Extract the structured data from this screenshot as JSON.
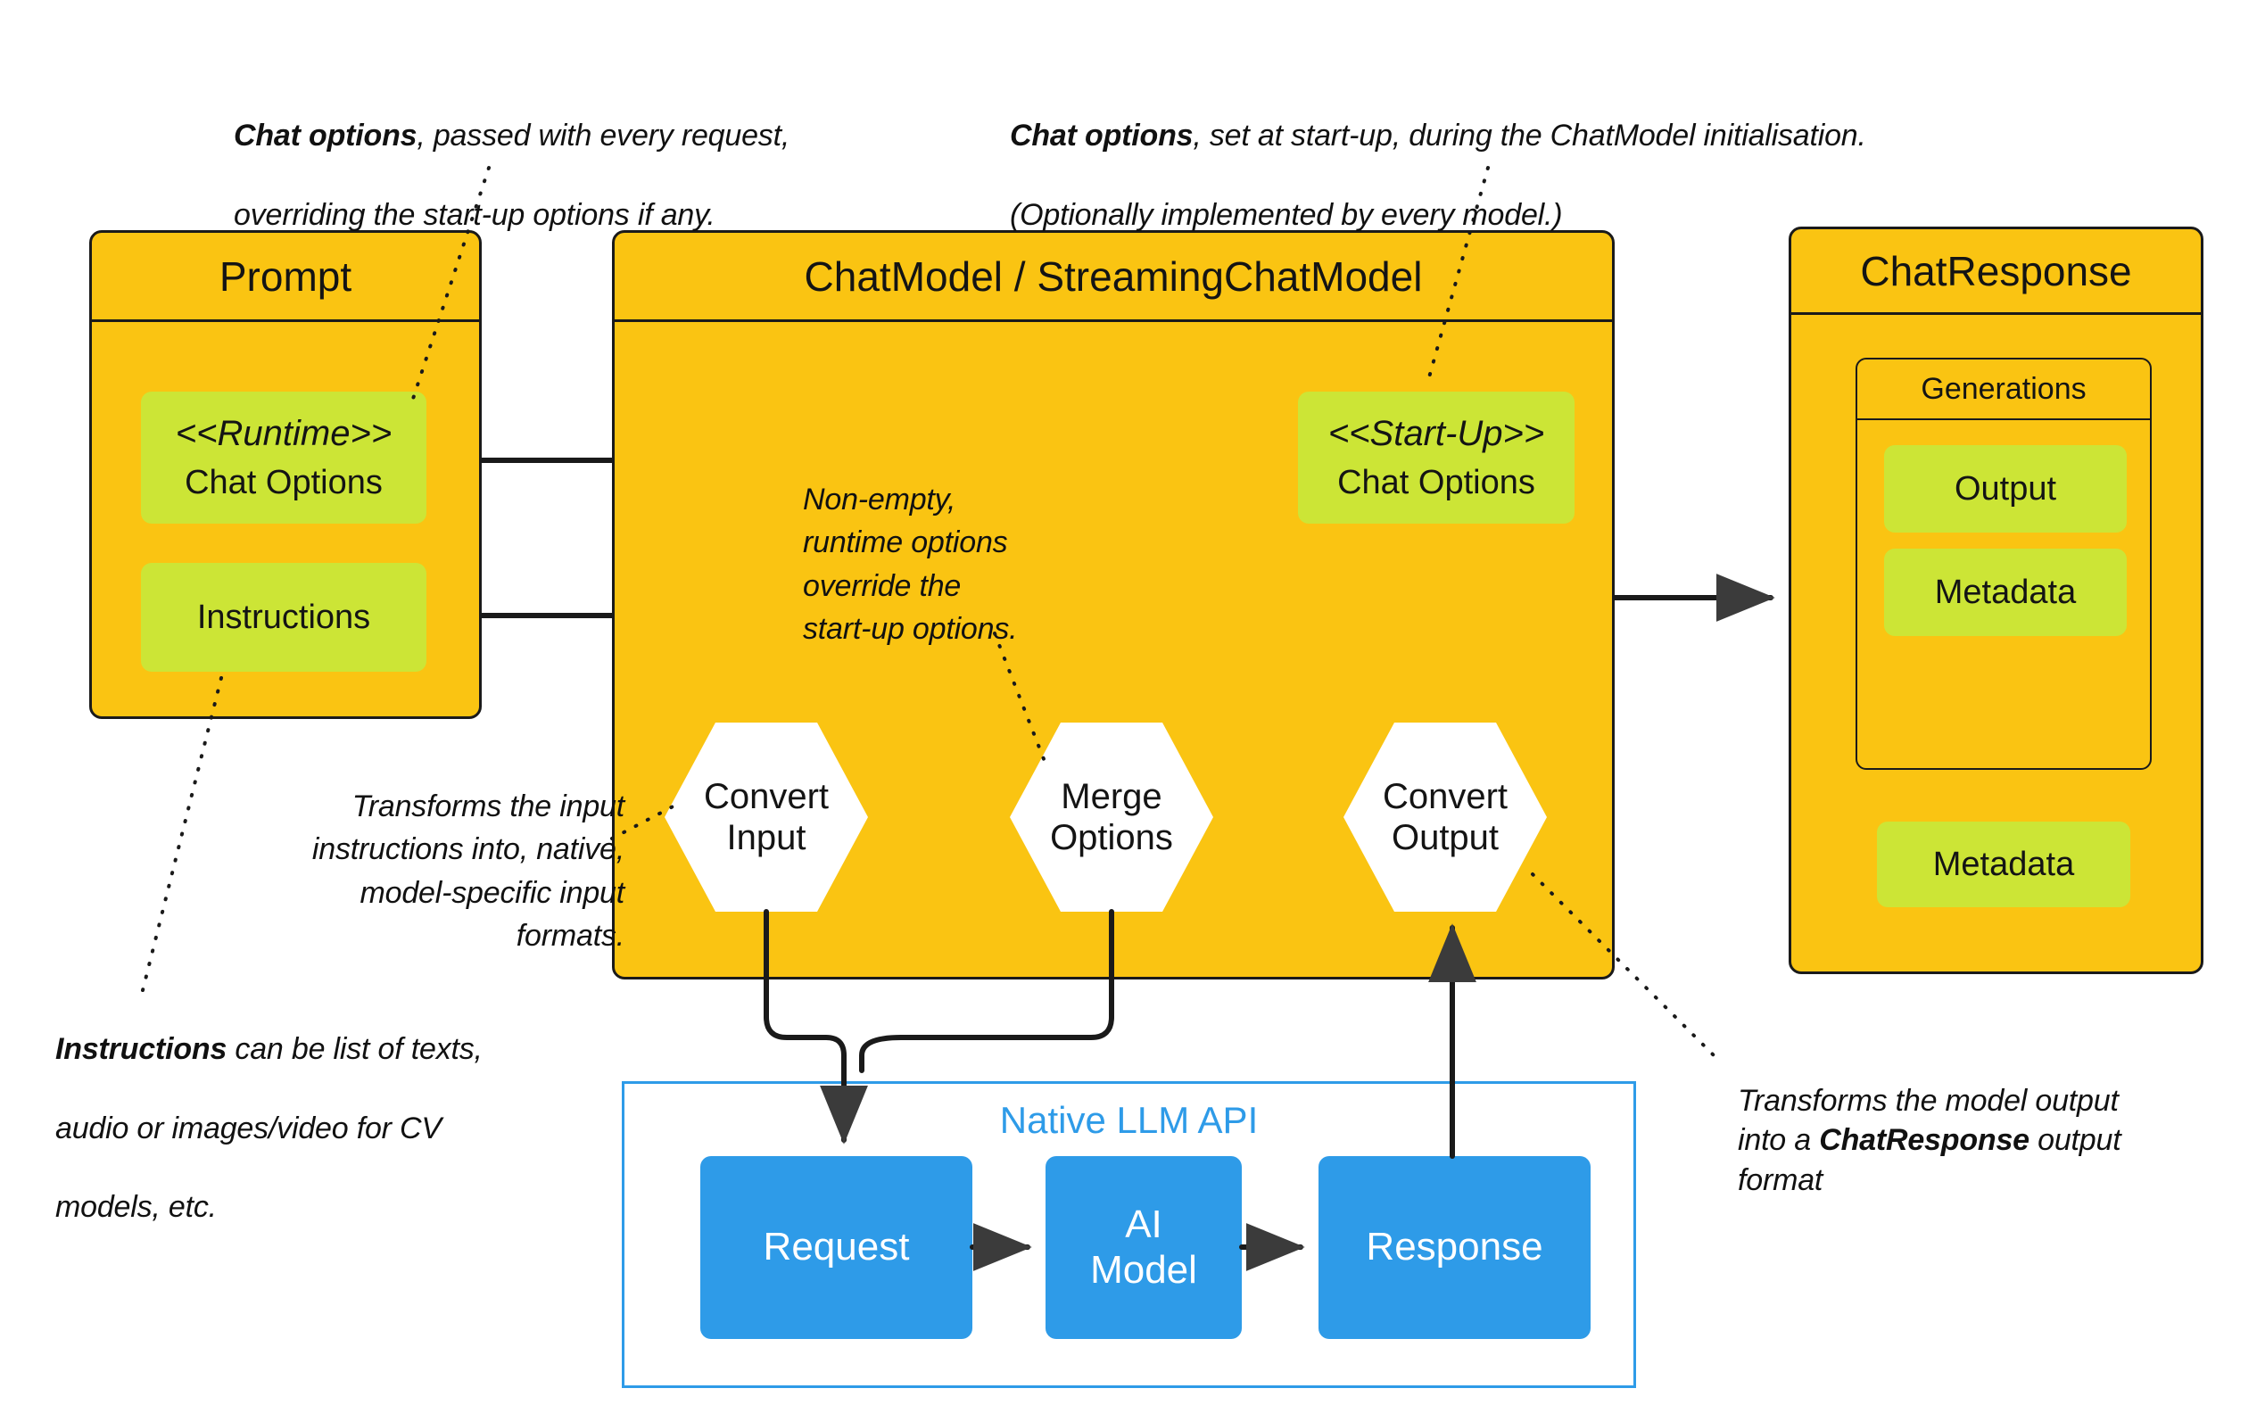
{
  "diagram": {
    "title": "Spring AI ChatModel request/response flow",
    "colors": {
      "class_fill": "#FAC412",
      "attribute_fill": "#CCE536",
      "api_accent": "#2E9BE8",
      "stroke": "#1a1a1a",
      "background": "#ffffff"
    }
  },
  "prompt": {
    "title": "Prompt",
    "runtime_options": {
      "stereotype": "<<Runtime>>",
      "name": "Chat Options"
    },
    "instructions": {
      "name": "Instructions"
    }
  },
  "chatmodel": {
    "title": "ChatModel / StreamingChatModel",
    "startup_options": {
      "stereotype": "<<Start-Up>>",
      "name": "Chat Options"
    },
    "steps": [
      {
        "line1": "Convert",
        "line2": "Input"
      },
      {
        "line1": "Merge",
        "line2": "Options"
      },
      {
        "line1": "Convert",
        "line2": "Output"
      }
    ],
    "note_merge": "Non-empty,\nruntime options\noverride the\nstart-up options."
  },
  "chatresponse": {
    "title": "ChatResponse",
    "generations": {
      "title": "Generations",
      "items": [
        {
          "name": "Output"
        },
        {
          "name": "Metadata"
        }
      ]
    },
    "metadata": {
      "name": "Metadata"
    }
  },
  "native_api": {
    "title": "Native LLM API",
    "nodes": [
      {
        "line1": "Request",
        "line2": ""
      },
      {
        "line1": "AI",
        "line2": "Model"
      },
      {
        "line1": "Response",
        "line2": ""
      }
    ]
  },
  "annotations": {
    "runtime_options": {
      "bold": "Chat options",
      "rest_line1": ", passed with every  request,",
      "line2": "overriding the start-up options if any."
    },
    "startup_options": {
      "bold": "Chat options",
      "rest_line1": ", set at start-up, during  the ChatModel initialisation.",
      "line2": "(Optionally implemented by every model.)"
    },
    "convert_input": {
      "text": "Transforms the input\ninstructions into, native,\nmodel-specific input formats."
    },
    "instructions": {
      "bold": "Instructions",
      "rest_line1": " can be list of texts,",
      "line2": "audio or images/video for CV",
      "line3": "models, etc."
    },
    "convert_output": {
      "pre": "Transforms the model output\ninto  a ",
      "bold": "ChatResponse",
      "post": " output\nformat"
    }
  }
}
